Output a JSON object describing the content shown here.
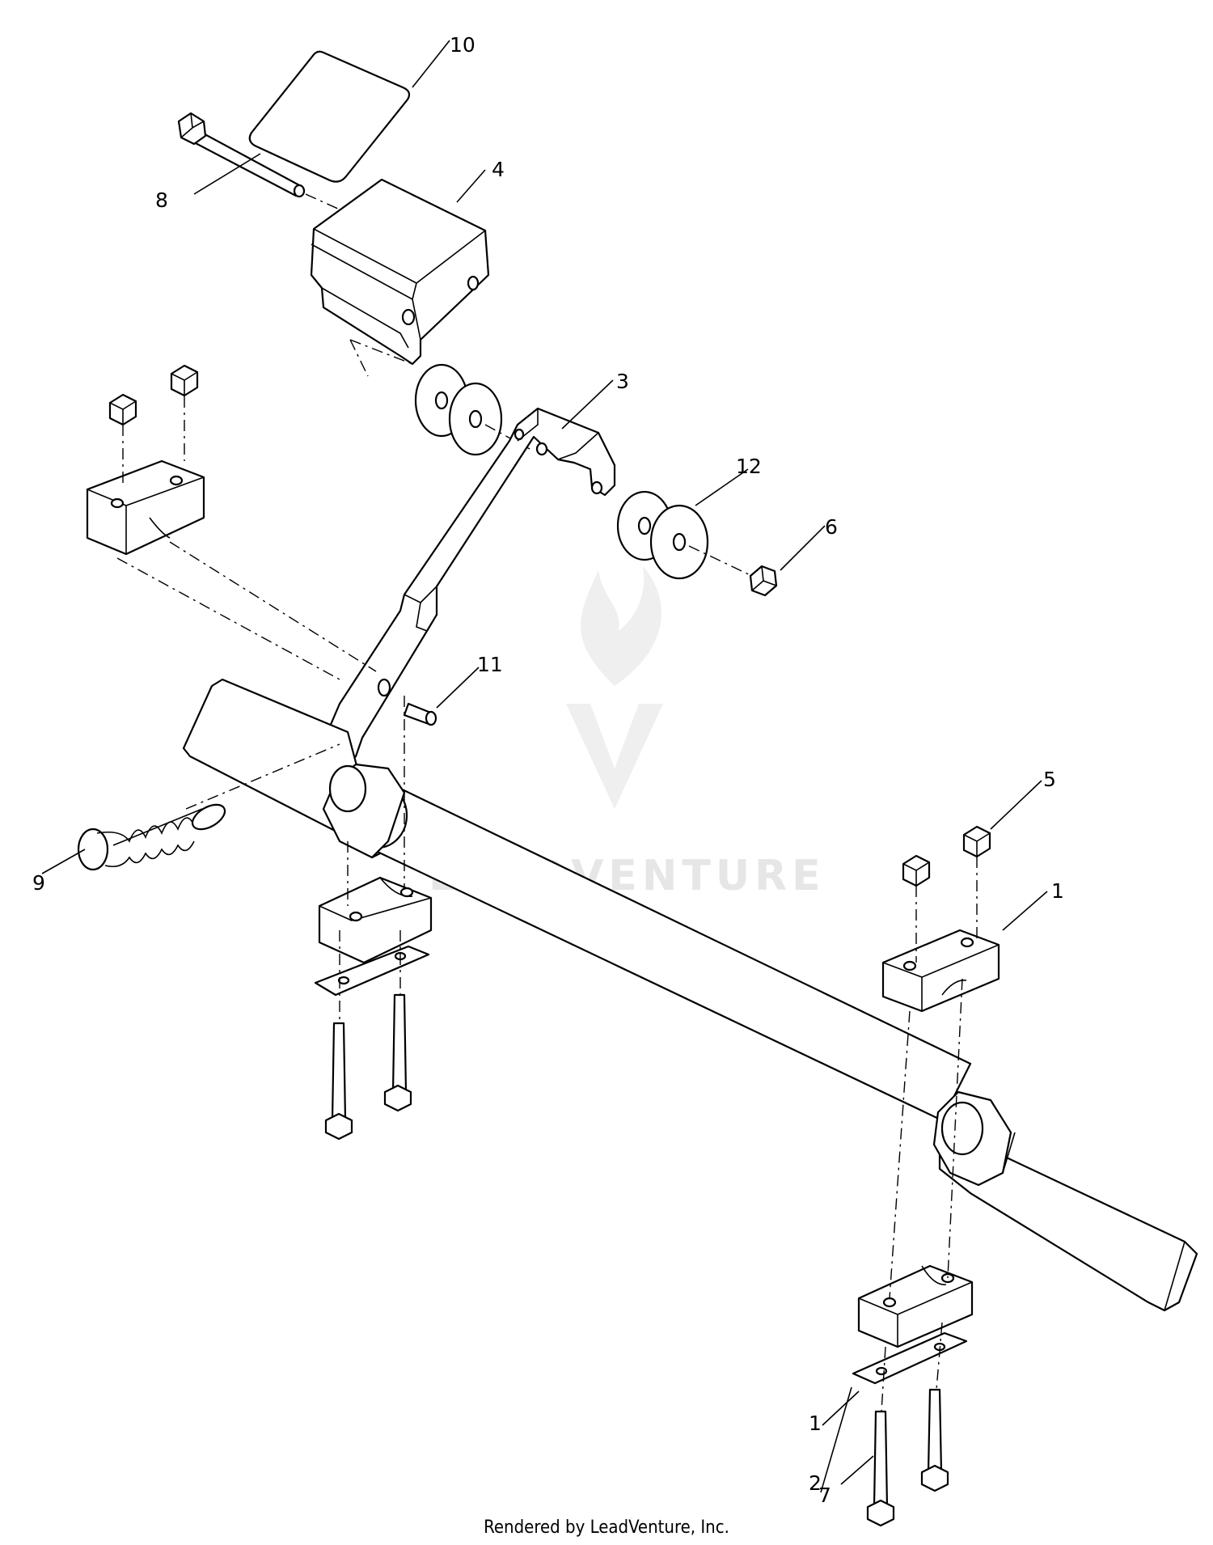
{
  "diagram": {
    "callouts": [
      "10",
      "8",
      "4",
      "3",
      "12",
      "6",
      "11",
      "9",
      "5",
      "1",
      "1",
      "2",
      "7"
    ],
    "watermark": "LEADVENTURE"
  },
  "footer": {
    "text": "Rendered by LeadVenture, Inc."
  }
}
